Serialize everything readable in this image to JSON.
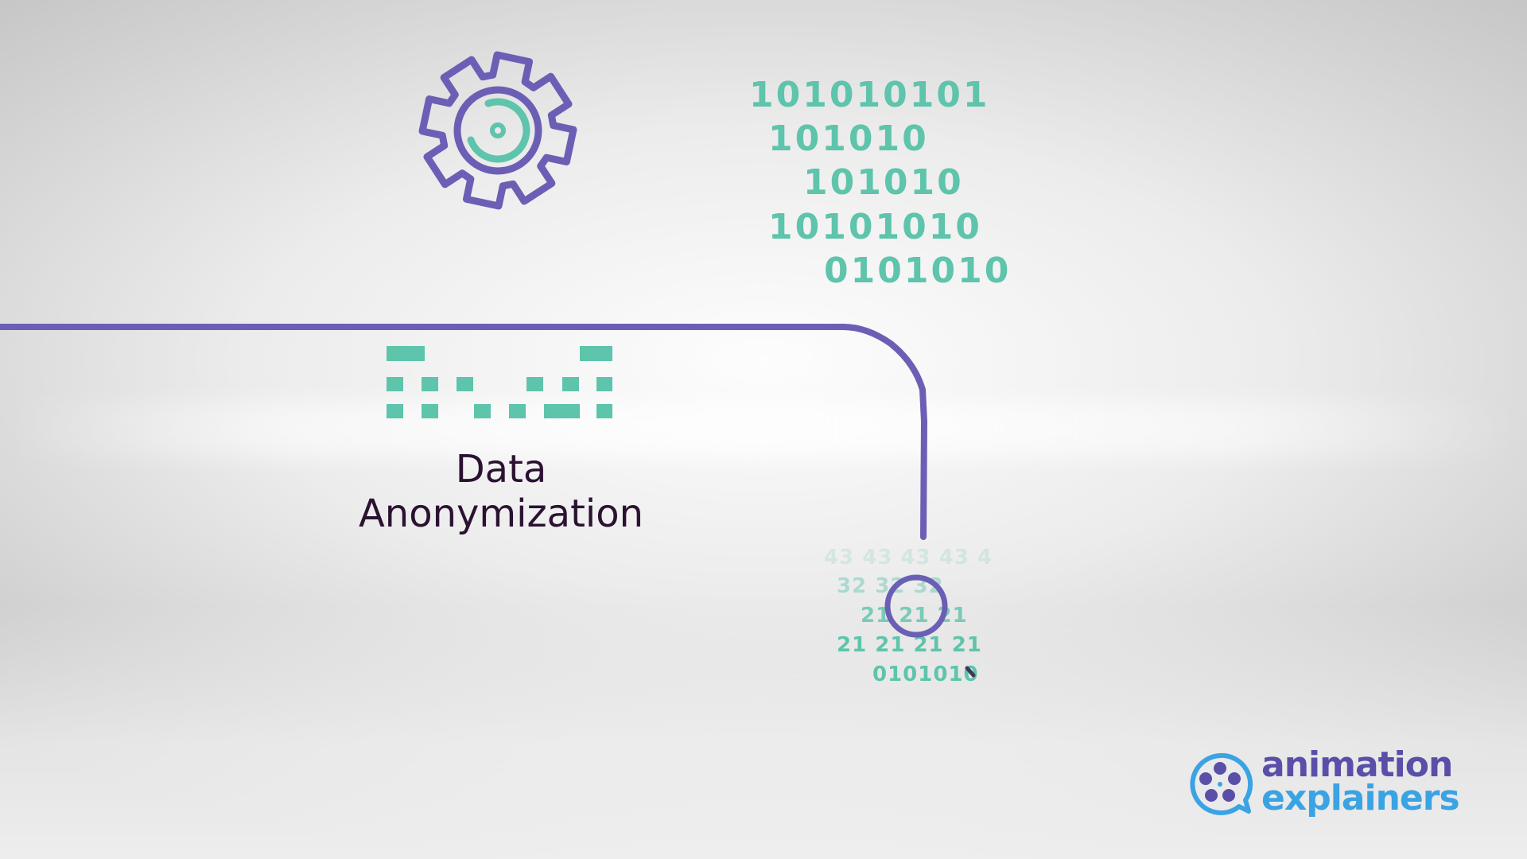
{
  "binary_lines": [
    "101010101",
    "101010",
    "101010",
    "10101010",
    "0101010"
  ],
  "cascade_lines": [
    "43 43 43 43 4",
    "32 32 32",
    "21 21 21",
    "21 21 21 21",
    "0101010"
  ],
  "title": {
    "line1": "Data",
    "line2": "Anonymization"
  },
  "brand": {
    "word1": "animation",
    "word2": "explainers"
  },
  "colors": {
    "purple": "#6b5fb5",
    "teal": "#5ec4ab",
    "title": "#2b1231",
    "brand_dark": "#5a4fa8",
    "brand_light": "#3aa3e3"
  },
  "icons": [
    "gear-icon",
    "magnifier-icon",
    "speech-bubble-film-reel-icon"
  ]
}
